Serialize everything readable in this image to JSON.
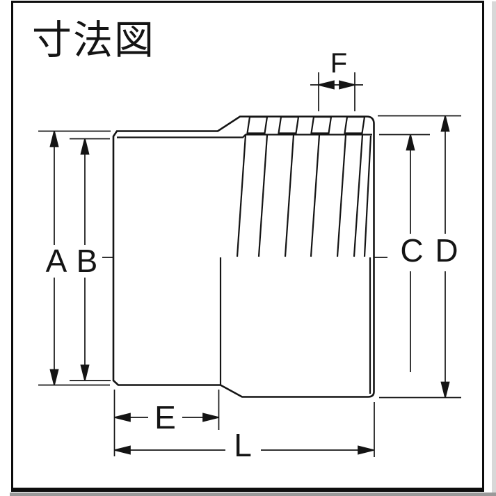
{
  "title": "寸法図",
  "dimensions": {
    "a": "A",
    "b": "B",
    "c": "C",
    "d": "D",
    "e": "E",
    "f": "F",
    "l": "L"
  },
  "colors": {
    "line": "#141414",
    "frame": "#0d0d0d",
    "background": "#ffffff",
    "edge_shadow": "#999999"
  }
}
